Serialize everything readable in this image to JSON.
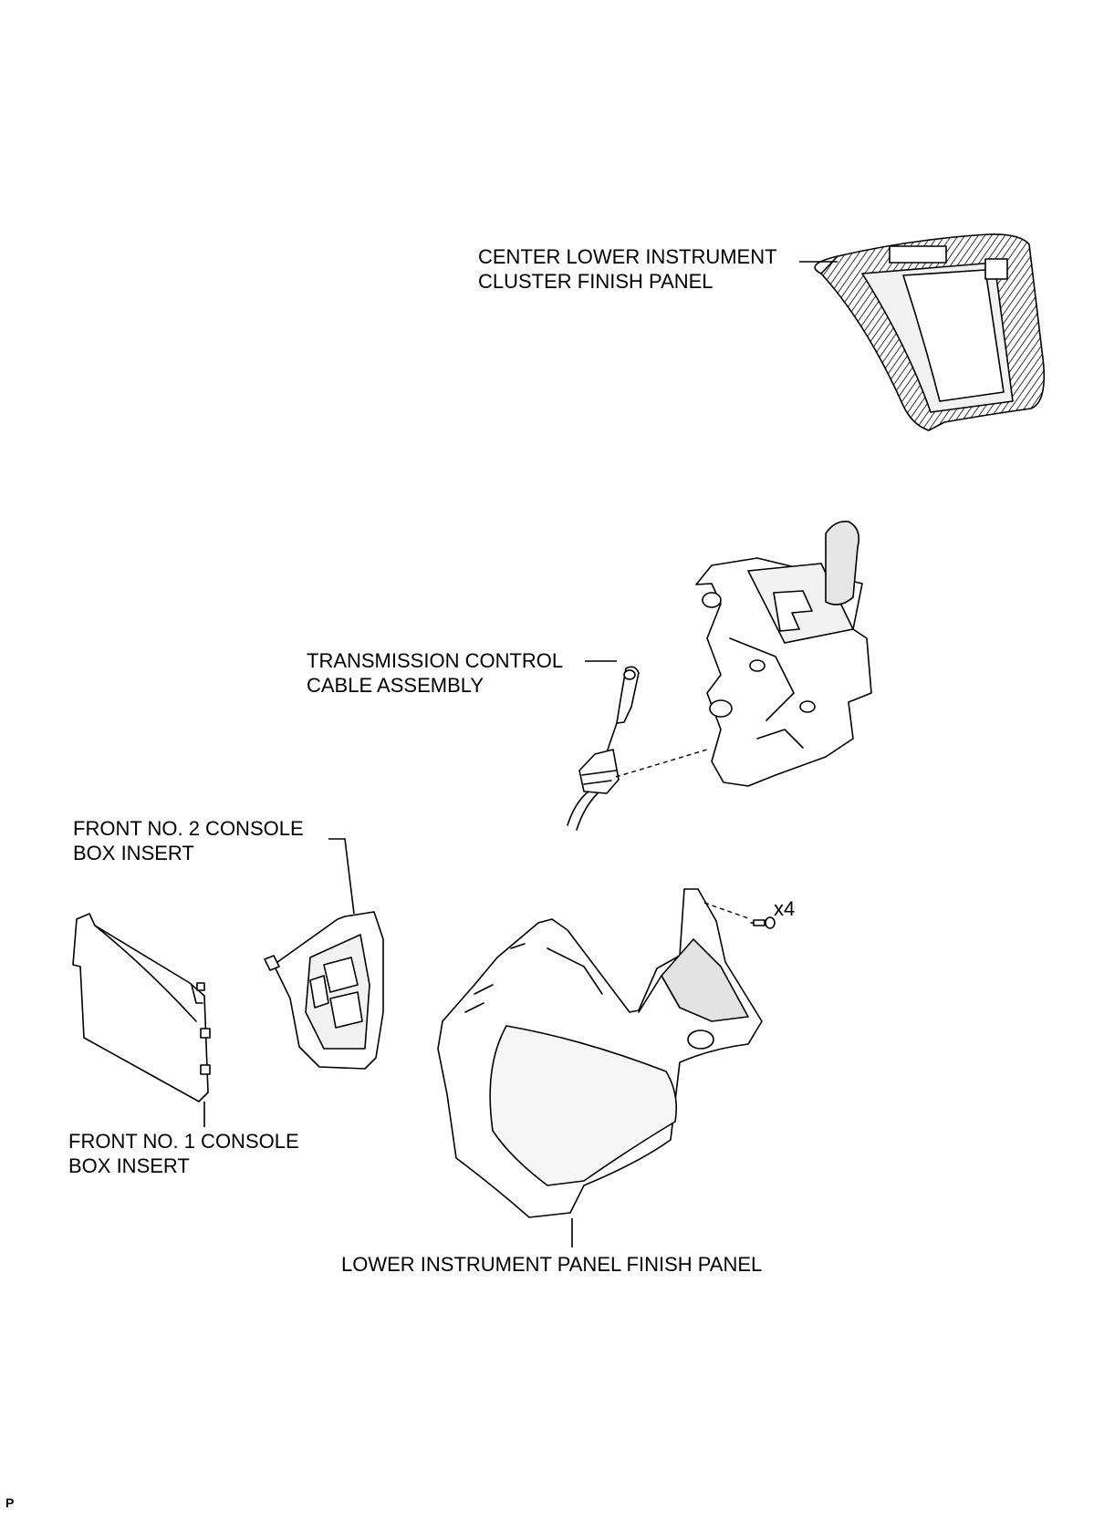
{
  "labels": {
    "center_panel": [
      "CENTER LOWER INSTRUMENT",
      "CLUSTER FINISH PANEL"
    ],
    "control_cable": [
      "TRANSMISSION CONTROL",
      "CABLE ASSEMBLY"
    ],
    "front_no2": [
      "FRONT NO. 2 CONSOLE",
      "BOX INSERT"
    ],
    "front_no1": [
      "FRONT NO. 1 CONSOLE",
      "BOX INSERT"
    ],
    "lower_panel": "LOWER INSTRUMENT PANEL FINISH PANEL",
    "screw_count": "x4",
    "corner_mark": "P"
  },
  "colors": {
    "line": "#000000",
    "shade": "#d9d9d9",
    "dark_shade": "#9a9a9a",
    "background": "#ffffff"
  }
}
